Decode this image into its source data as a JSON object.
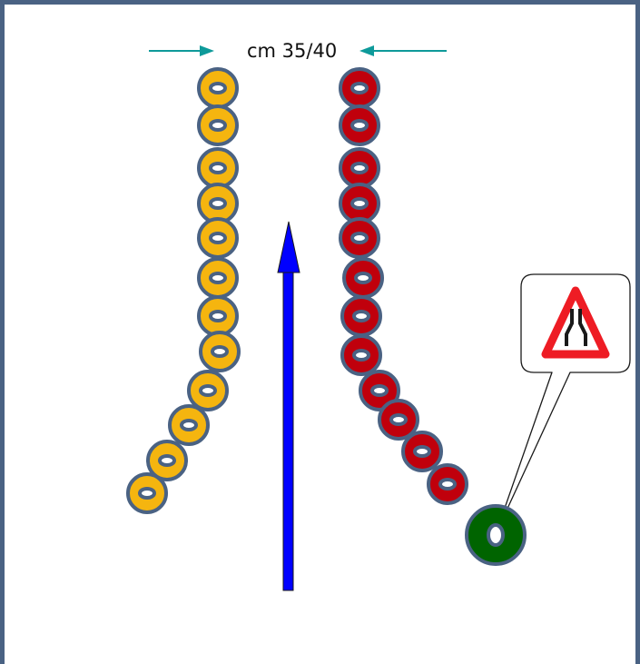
{
  "diagram": {
    "width_label": "cm 35/40",
    "colors": {
      "frame": "#4a6283",
      "ring_outline": "#4a6283",
      "left_cones": "#f5b50f",
      "right_cones": "#c0000c",
      "start_marker": "#006400",
      "ring_center": "#ffffff",
      "direction_arrow": "#0000ff",
      "measure_arrows": "#0e9a9a",
      "sign_border": "#ee1c24",
      "sign_symbol": "#1a1a1a"
    },
    "left_cone_line": {
      "color_name": "yellow",
      "count": 12
    },
    "right_cone_line": {
      "color_name": "red",
      "count": 12
    },
    "start_marker": {
      "color_name": "green"
    },
    "direction_arrow": {
      "direction": "up"
    },
    "callout_sign": {
      "icon": "road-narrows-warning-sign-icon"
    }
  }
}
